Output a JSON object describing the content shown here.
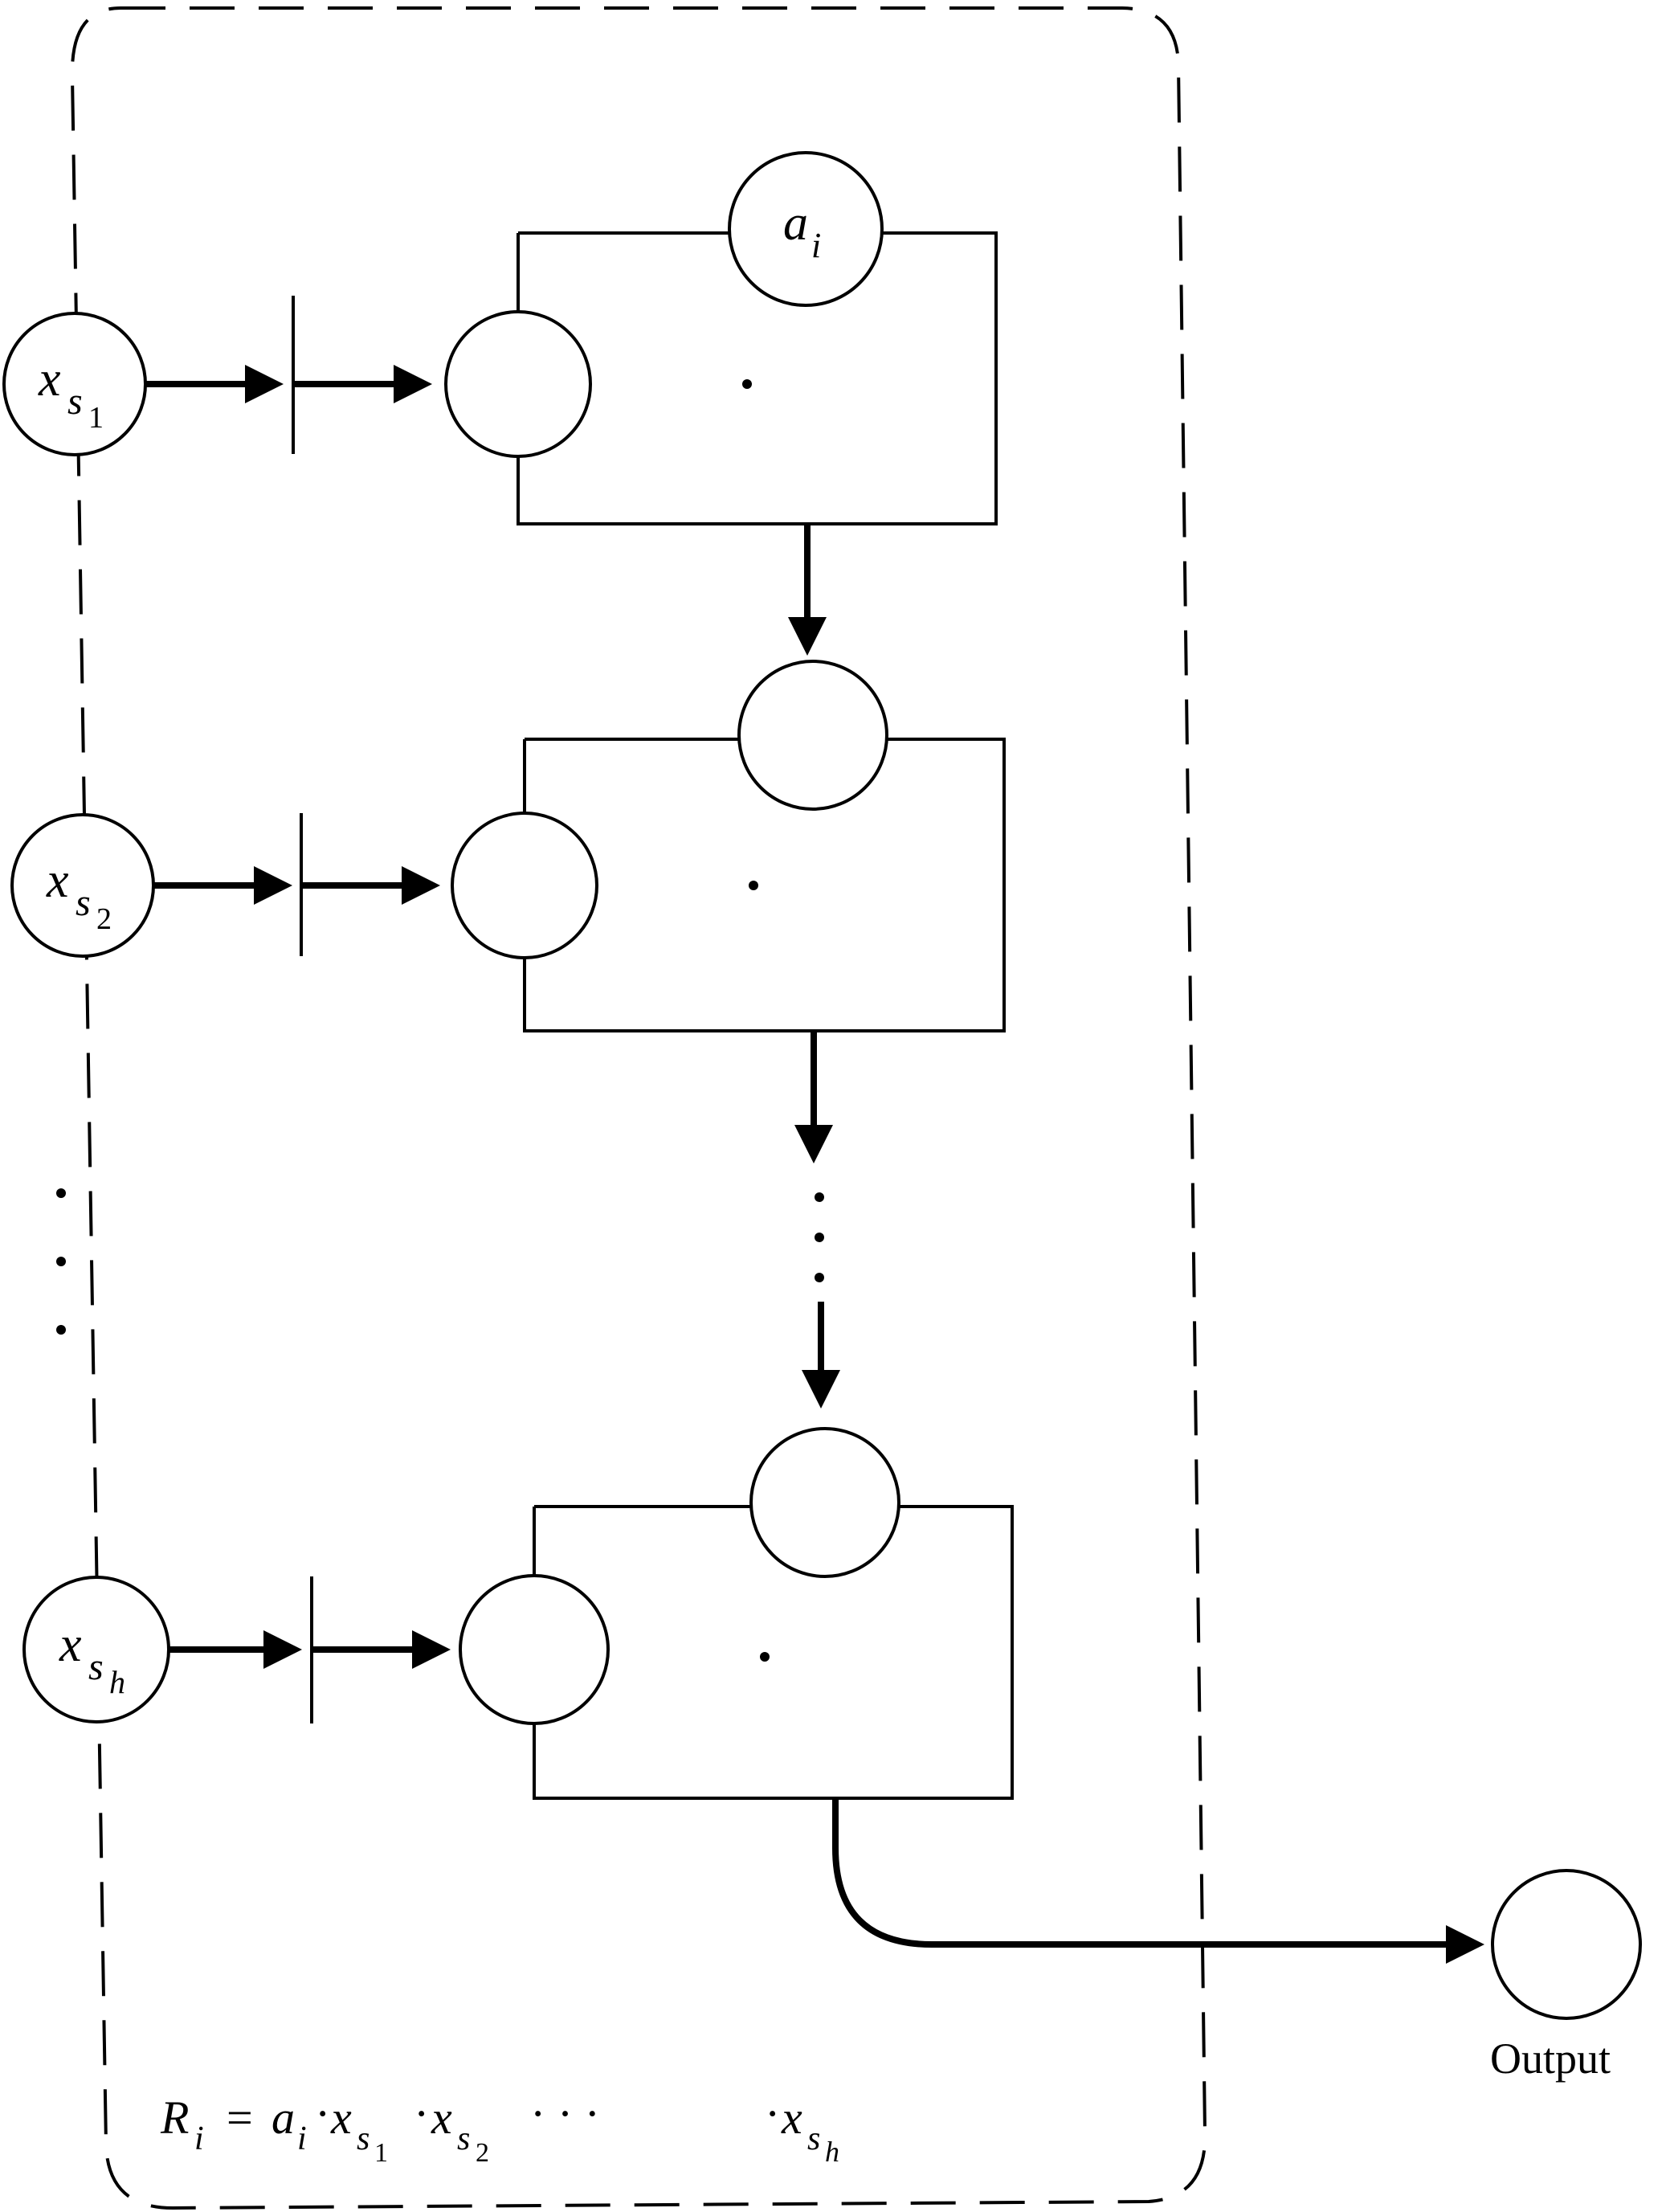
{
  "nodes": {
    "constant_main": "a",
    "constant_sub": "i",
    "input_base": "x",
    "input_sub": "s",
    "input_1_index": "1",
    "input_2_index": "2",
    "input_h_index": "h"
  },
  "output_label": "Output",
  "formula": {
    "lhs": "R",
    "lhs_sub": "i",
    "equals": "=",
    "a": "a",
    "a_sub": "i",
    "x": "x",
    "s": "s",
    "idx1": "1",
    "idx2": "2",
    "idxh": "h",
    "mult": "·",
    "ellipsis": "·   ·   ·"
  }
}
